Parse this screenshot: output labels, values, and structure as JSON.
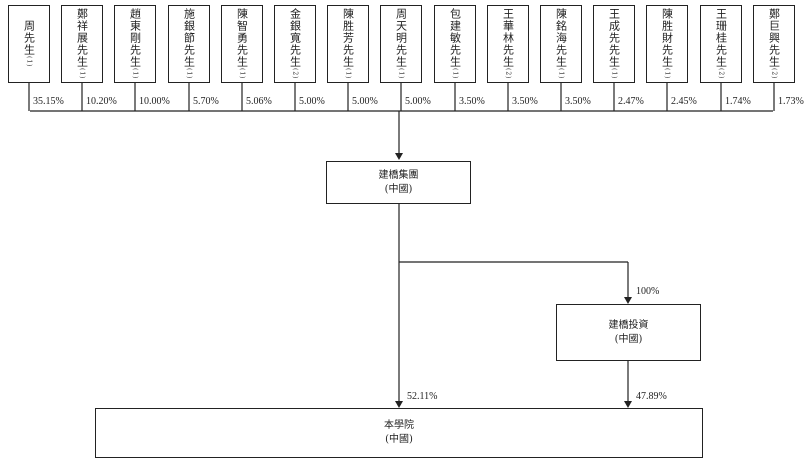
{
  "shareholders": [
    {
      "name": "周先生",
      "note": "(1)",
      "pct": "35.15%"
    },
    {
      "name": "鄭祥展先生",
      "note": "(1)",
      "pct": "10.20%"
    },
    {
      "name": "趙東剛先生",
      "note": "(1)",
      "pct": "10.00%"
    },
    {
      "name": "施銀節先生",
      "note": "(1)",
      "pct": "5.70%"
    },
    {
      "name": "陳智勇先生",
      "note": "(1)",
      "pct": "5.06%"
    },
    {
      "name": "金銀寬先生",
      "note": "(2)",
      "pct": "5.00%"
    },
    {
      "name": "陳胜芳先生",
      "note": "(1)",
      "pct": "5.00%"
    },
    {
      "name": "周天明先生",
      "note": "(1)",
      "pct": "5.00%"
    },
    {
      "name": "包建敏先生",
      "note": "(1)",
      "pct": "3.50%"
    },
    {
      "name": "王華林先生",
      "note": "(2)",
      "pct": "3.50%"
    },
    {
      "name": "陳銘海先生",
      "note": "(1)",
      "pct": "3.50%"
    },
    {
      "name": "王成先先生",
      "note": "(1)",
      "pct": "2.47%"
    },
    {
      "name": "陳胜財先生",
      "note": "(1)",
      "pct": "2.45%"
    },
    {
      "name": "王珊桂先生",
      "note": "(2)",
      "pct": "1.74%"
    },
    {
      "name": "鄭巨興先生",
      "note": "(2)",
      "pct": "1.73%"
    }
  ],
  "group": {
    "name": "建橋集團",
    "sub": "(中國)"
  },
  "investment": {
    "name": "建橋投資",
    "sub": "(中國)",
    "pct": "100%"
  },
  "college": {
    "name": "本學院",
    "sub": "(中國)",
    "pct_from_group": "52.11%",
    "pct_from_investment": "47.89%"
  }
}
